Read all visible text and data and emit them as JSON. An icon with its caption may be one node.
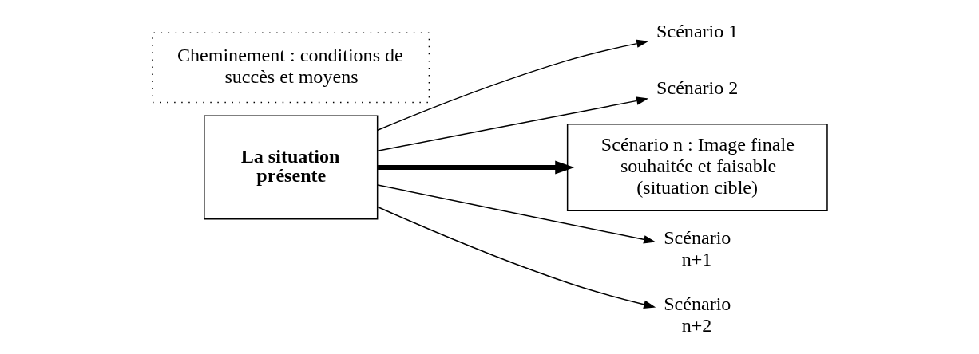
{
  "diagram": {
    "nodes": [
      {
        "text": [
          "La situation présente"
        ]
      },
      {
        "text": [
          "Scénario 1"
        ]
      },
      {
        "text": [
          "Scénario 2"
        ]
      },
      {
        "text": [
          "Scénario n : Image finale souhaitée et faisable (situation cible)"
        ]
      },
      {
        "text": [
          "Scénario n+1"
        ]
      },
      {
        "text": [
          "Scénario n+2"
        ]
      },
      {
        "text": [
          "Cheminement : conditions de succès et moyens"
        ]
      }
    ],
    "edges": [
      {
        "from": 0,
        "to": 1,
        "arrow": "to"
      },
      {
        "from": 0,
        "to": 2,
        "arrow": "to"
      },
      {
        "from": 0,
        "to": 3,
        "arrow": "to",
        "style": "thick"
      },
      {
        "from": 0,
        "to": 4,
        "arrow": "to"
      },
      {
        "from": 0,
        "to": 5,
        "arrow": "to"
      }
    ]
  }
}
